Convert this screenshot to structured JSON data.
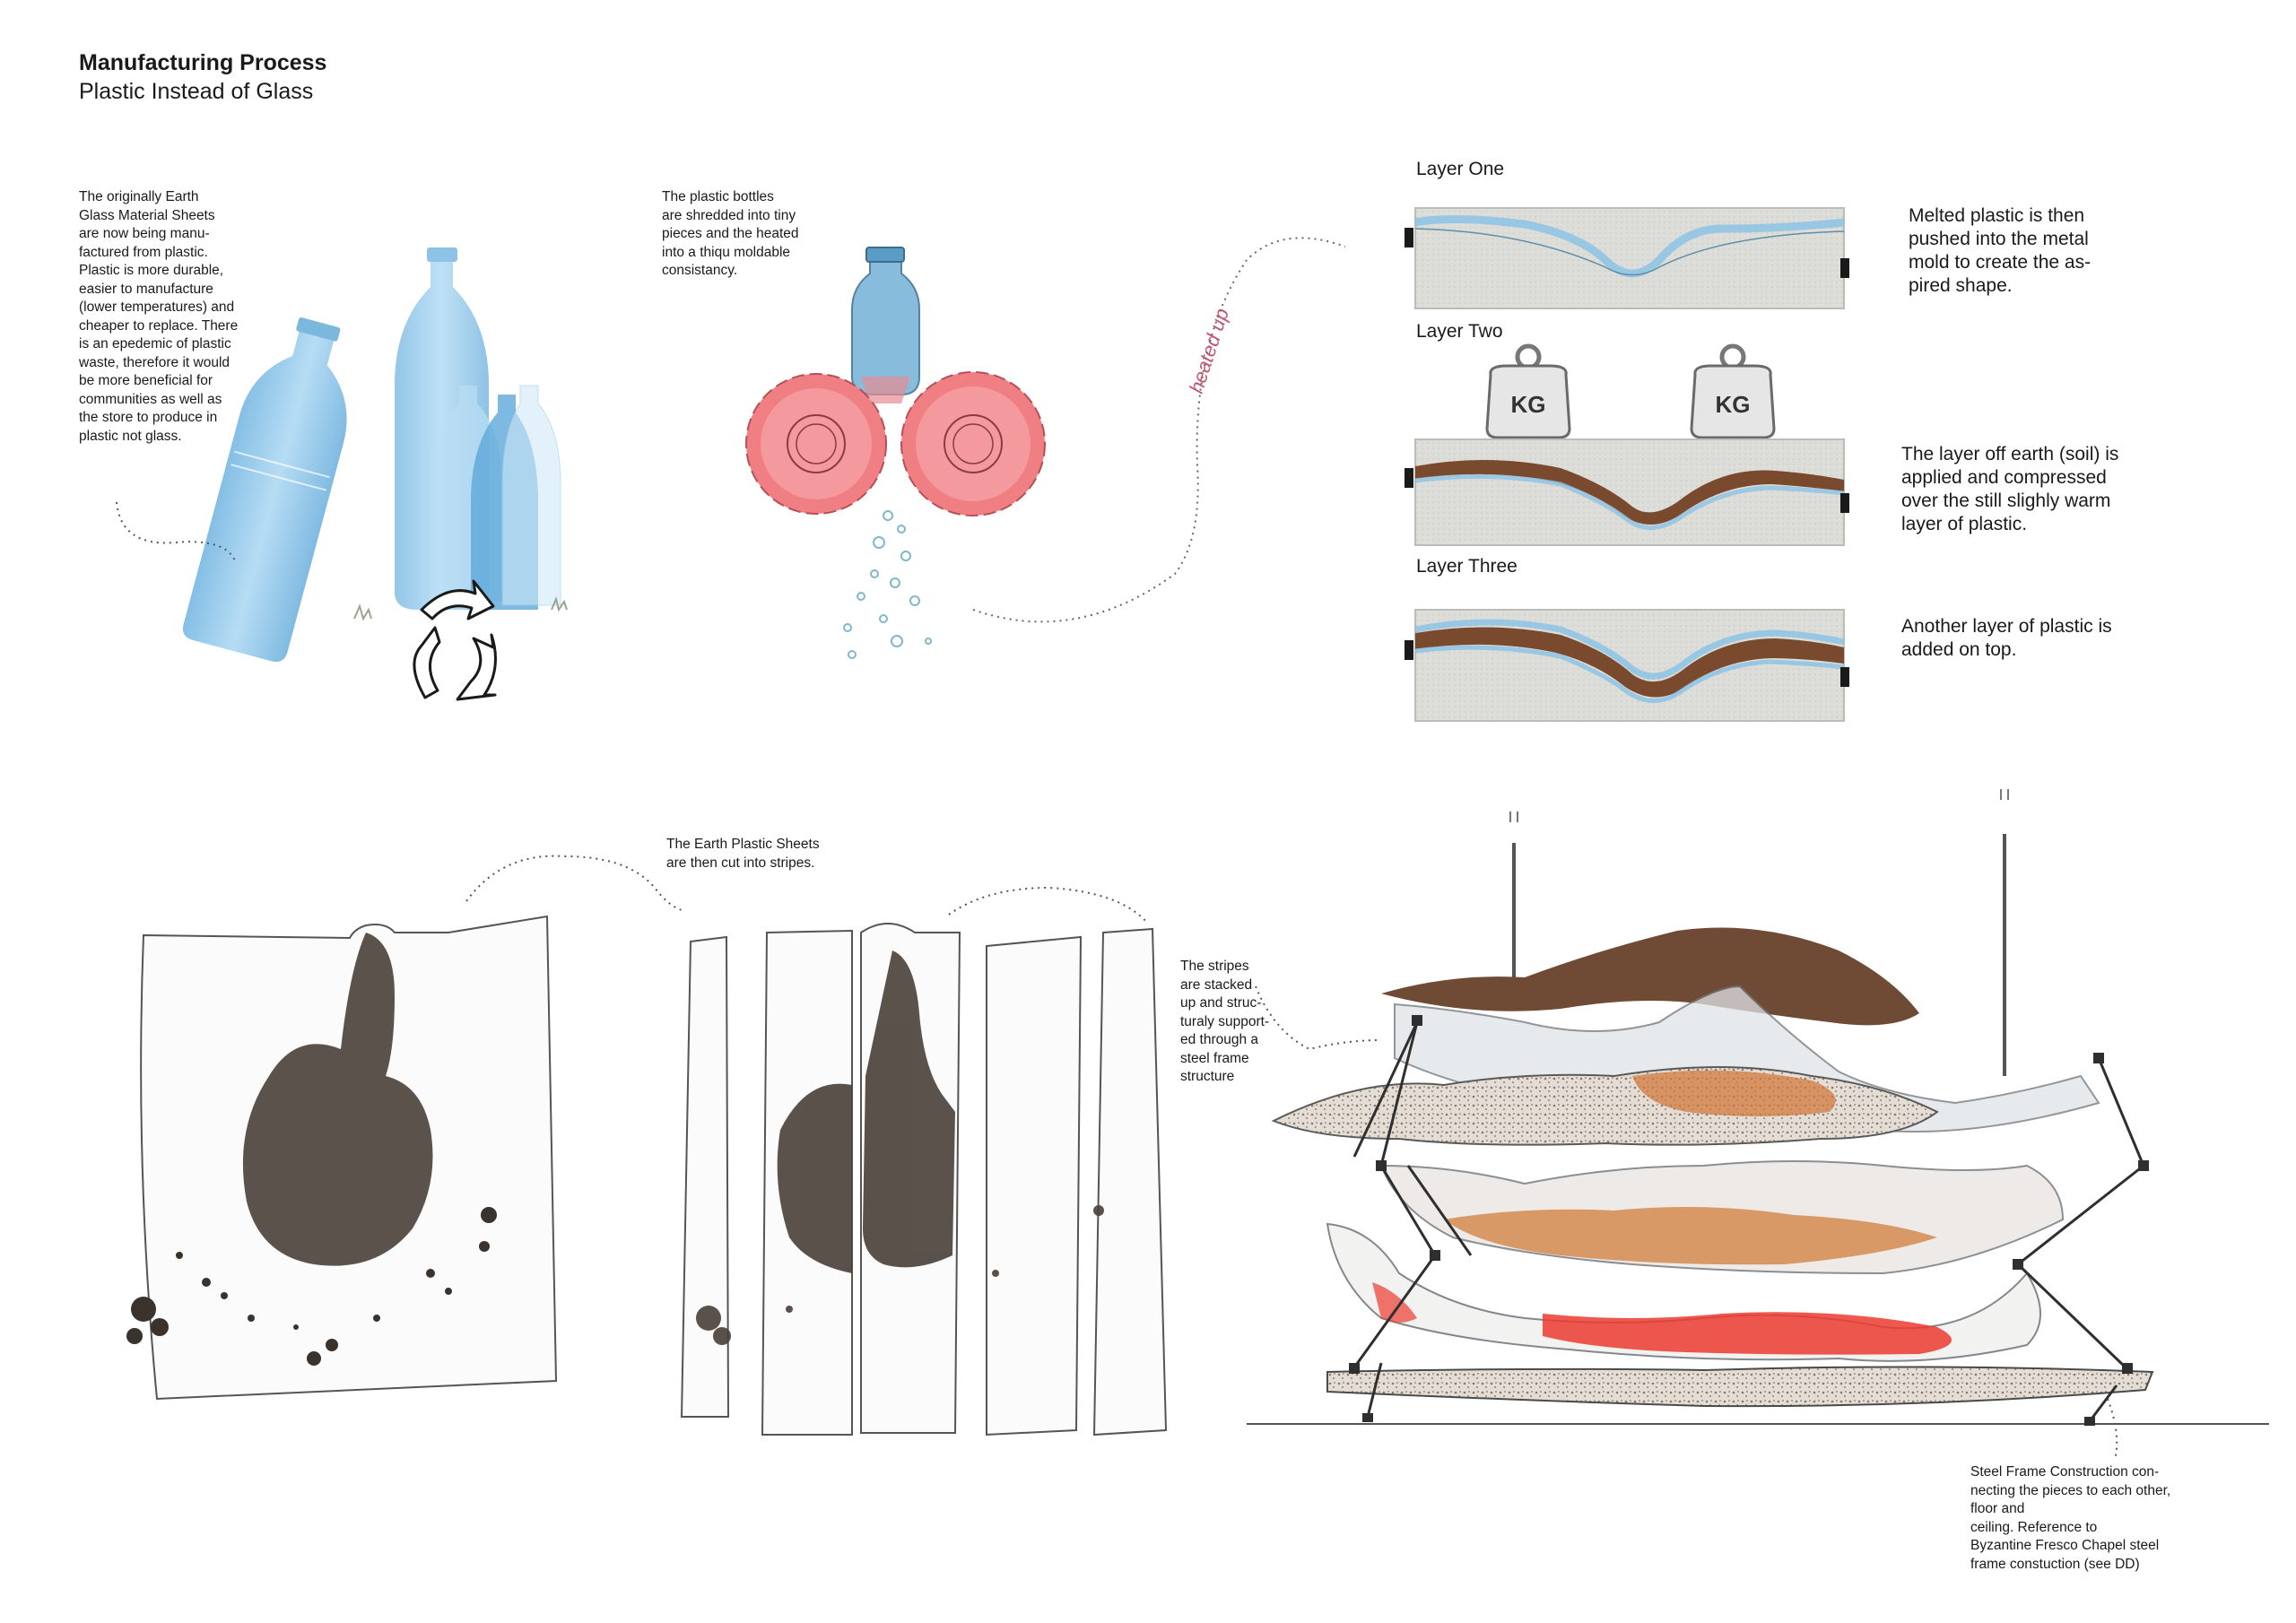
{
  "header": {
    "title": "Manufacturing Process",
    "subtitle": "Plastic Instead of Glass"
  },
  "notes": {
    "earth_glass": "The originally Earth\nGlass  Material Sheets\nare now being manu-\nfactured from plastic.\nPlastic is more durable,\neasier to manufacture\n(lower temperatures) and\ncheaper to replace. There\nis an epedemic of plastic\nwaste, therefore it would\nbe more beneficial for\ncommunities as well as\nthe store to produce in\nplastic not glass.",
    "shredded": "The plastic bottles\nare shredded into tiny\npieces and the heated\ninto a thiqu moldable\nconsistancy.",
    "heated_up": "heated up",
    "cut_stripes": "The Earth Plastic Sheets\nare then cut into stripes.",
    "stacked": "The stripes\nare stacked\nup and struc-\nturaly support-\ned through a\nsteel frame\nstructure",
    "steel_frame": "Steel Frame Construction con-\nnecting the pieces to each other,\nfloor and\nceiling. Reference to\nByzantine Fresco Chapel steel\nframe constuction (see DD)"
  },
  "layers": [
    {
      "label": "Layer One",
      "description": "Melted plastic is then\npushed into the metal\nmold to create the as-\npired shape."
    },
    {
      "label": "Layer Two",
      "description": "The layer off earth (soil) is\napplied and compressed\nover the still slighly warm\nlayer of plastic."
    },
    {
      "label": "Layer Three",
      "description": "Another layer of plastic is\nadded on top."
    }
  ],
  "weights": {
    "label": "KG"
  },
  "colors": {
    "plastic_blue": "#8cc3e6",
    "gear_red": "#f07f84",
    "soil_brown": "#7a4a2e",
    "mold_grey": "#d9d9d6",
    "accent_pink": "#c0566e"
  }
}
